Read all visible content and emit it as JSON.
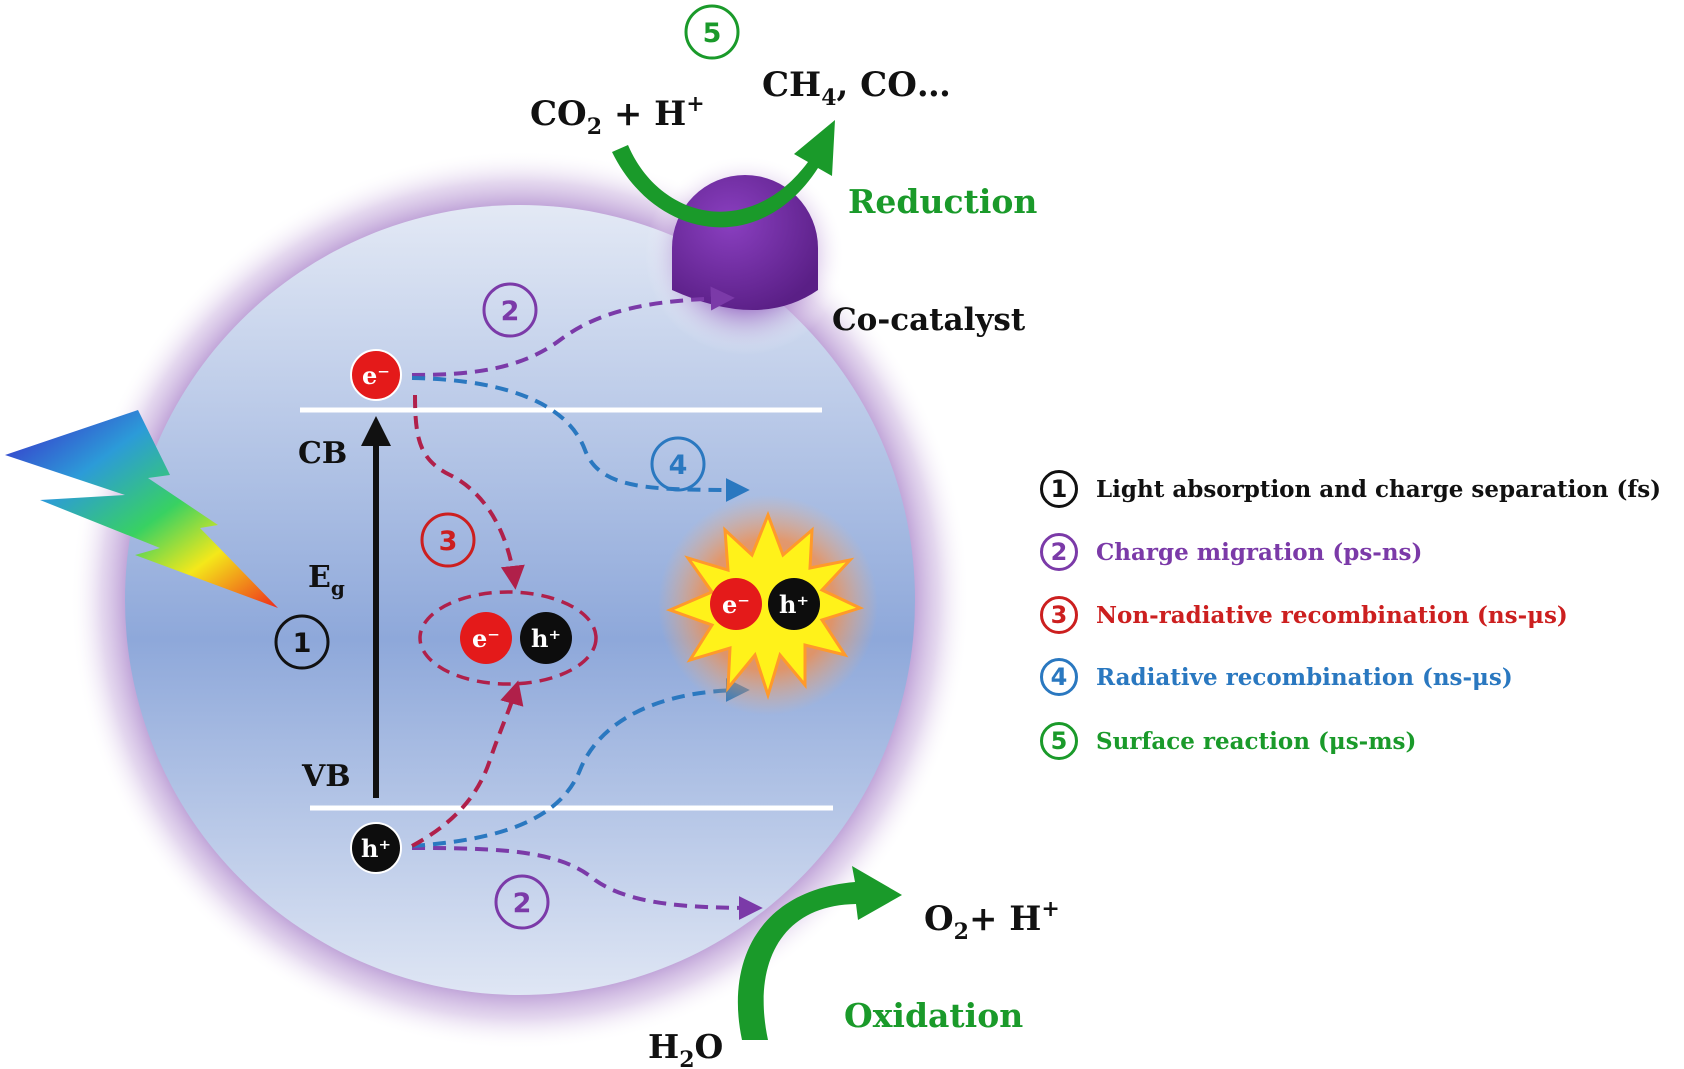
{
  "colors": {
    "black": "#111111",
    "purple": "#7b3aa8",
    "red": "#cc1f1f",
    "blue": "#2a78c0",
    "green": "#1a9a2a",
    "electron": "#e41a1a",
    "hole": "#0d0d0d",
    "burst": "#fff21a",
    "cocatalyst": "#6a2a95"
  },
  "diagram": {
    "band": {
      "cb": "CB",
      "vb": "VB",
      "gap": "E",
      "gap_sub": "g"
    },
    "carriers": {
      "electron": "e⁻",
      "hole": "h⁺"
    },
    "steps": {
      "one": "1",
      "two": "2",
      "three": "3",
      "four": "4",
      "five": "5"
    },
    "reduction": {
      "label": "Reduction",
      "reactant": "CO",
      "reactant_sub": "2",
      "reactant_rest": " + H",
      "reactant_sup": "+",
      "product": "CH",
      "product_sub": "4",
      "product_rest": ", CO…"
    },
    "cocatalyst_label": "Co-catalyst",
    "oxidation": {
      "label": "Oxidation",
      "reactant": "H",
      "reactant_sub": "2",
      "reactant_rest": "O",
      "product": "O",
      "product_sub": "2",
      "product_rest": "+ H",
      "product_sup": "+"
    }
  },
  "legend": [
    {
      "num": "1",
      "text": "Light absorption and charge separation (fs)",
      "color": "#111111"
    },
    {
      "num": "2",
      "text": "Charge migration (ps-ns)",
      "color": "#7b3aa8"
    },
    {
      "num": "3",
      "text": "Non-radiative recombination (ns-μs)",
      "color": "#cc1f1f"
    },
    {
      "num": "4",
      "text": "Radiative recombination (ns-μs)",
      "color": "#2a78c0"
    },
    {
      "num": "5",
      "text": "Surface reaction (μs-ms)",
      "color": "#1a9a2a"
    }
  ]
}
